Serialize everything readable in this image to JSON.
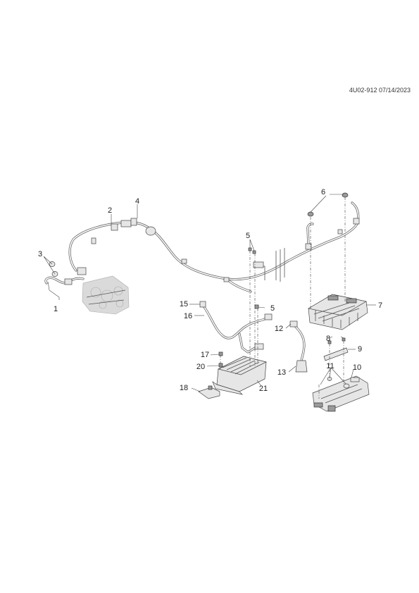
{
  "header": {
    "diagram_code": "4U02-912 07/14/2023"
  },
  "callouts": [
    {
      "id": "c1",
      "label": "1"
    },
    {
      "id": "c2",
      "label": "2"
    },
    {
      "id": "c3",
      "label": "3"
    },
    {
      "id": "c4",
      "label": "4"
    },
    {
      "id": "c5a",
      "label": "5"
    },
    {
      "id": "c5b",
      "label": "5"
    },
    {
      "id": "c6",
      "label": "6"
    },
    {
      "id": "c7",
      "label": "7"
    },
    {
      "id": "c8",
      "label": "8"
    },
    {
      "id": "c9",
      "label": "9"
    },
    {
      "id": "c10",
      "label": "10"
    },
    {
      "id": "c11",
      "label": "11"
    },
    {
      "id": "c12",
      "label": "12"
    },
    {
      "id": "c13",
      "label": "13"
    },
    {
      "id": "c15",
      "label": "15"
    },
    {
      "id": "c16",
      "label": "16"
    },
    {
      "id": "c17",
      "label": "17"
    },
    {
      "id": "c18",
      "label": "18"
    },
    {
      "id": "c20",
      "label": "20"
    },
    {
      "id": "c21",
      "label": "21"
    }
  ]
}
